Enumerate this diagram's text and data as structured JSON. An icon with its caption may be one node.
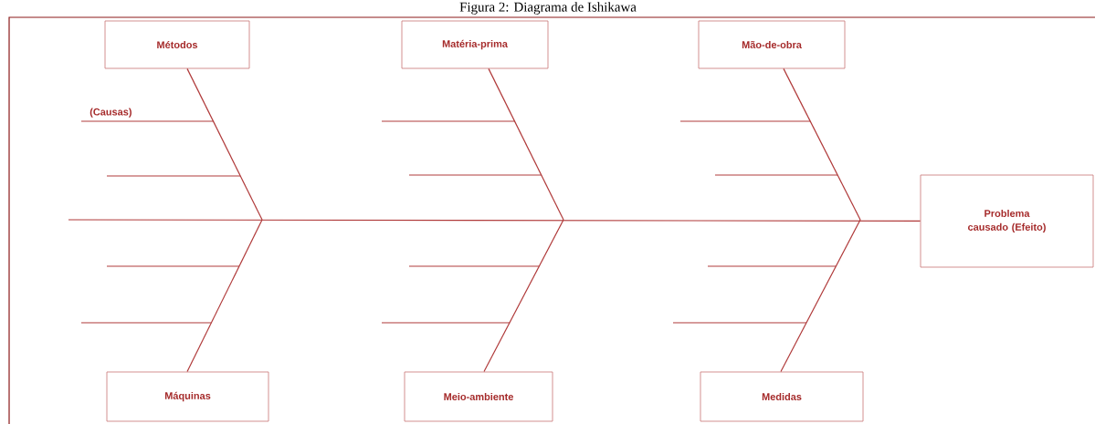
{
  "diagram": {
    "title": "Figura 2: Diagrama de Ishikawa",
    "nodes": [
      {
        "text": [
          "Métodos"
        ]
      },
      {
        "text": [
          "Matéria-prima"
        ]
      },
      {
        "text": [
          "Mão-de-obra"
        ]
      },
      {
        "text": [
          "Máquinas"
        ]
      },
      {
        "text": [
          "Meio-ambiente"
        ]
      },
      {
        "text": [
          "Medidas"
        ]
      },
      {
        "text": [
          "Problema causado (Efeito)"
        ]
      }
    ],
    "edges": [
      {
        "from": 0,
        "to": null,
        "arrow": "none"
      },
      {
        "from": 1,
        "to": null,
        "arrow": "none"
      },
      {
        "from": 2,
        "to": null,
        "arrow": "none"
      },
      {
        "from": 3,
        "to": null,
        "arrow": "none"
      },
      {
        "from": 4,
        "to": null,
        "arrow": "none"
      },
      {
        "from": 5,
        "to": null,
        "arrow": "none"
      },
      {
        "from": null,
        "to": 6,
        "arrow": "none"
      }
    ],
    "labels": [
      "(Causas)"
    ]
  }
}
